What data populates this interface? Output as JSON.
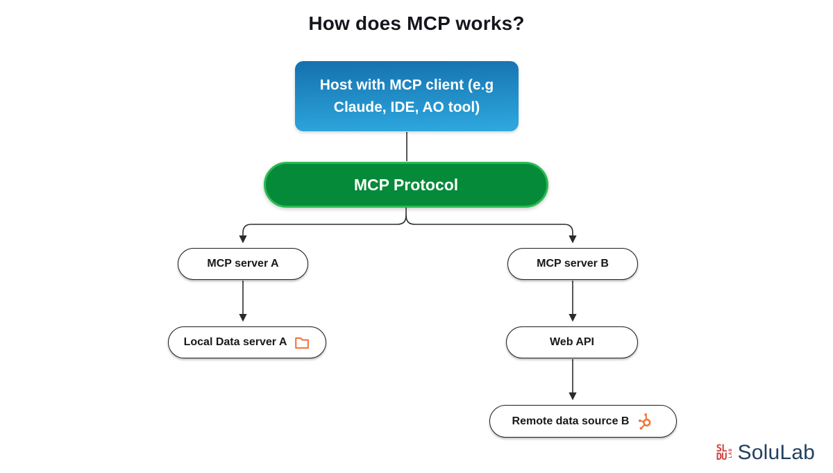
{
  "title": "How does MCP works?",
  "nodes": {
    "host": {
      "label": "Host with MCP client (e.g Claude, IDE, AO tool)"
    },
    "protocol": {
      "label": "MCP Protocol"
    },
    "server_a": {
      "label": "MCP server A"
    },
    "server_b": {
      "label": "MCP server B"
    },
    "local_data": {
      "label": "Local Data server A",
      "icon": "folder-icon"
    },
    "web_api": {
      "label": "Web API"
    },
    "remote_data": {
      "label": "Remote data source B",
      "icon": "hubspot-sprocket-icon"
    }
  },
  "edges": [
    {
      "from": "host",
      "to": "protocol",
      "arrow": false
    },
    {
      "from": "protocol",
      "to": "server_a",
      "arrow": true
    },
    {
      "from": "protocol",
      "to": "server_b",
      "arrow": true
    },
    {
      "from": "server_a",
      "to": "local_data",
      "arrow": true
    },
    {
      "from": "server_b",
      "to": "web_api",
      "arrow": true
    },
    {
      "from": "web_api",
      "to": "remote_data",
      "arrow": true
    }
  ],
  "branding": {
    "logo_text": "SoluLab",
    "mark_top": "SL",
    "mark_bottom": "DU",
    "mark_side": "LAB"
  },
  "colors": {
    "title_ink": "#15151d",
    "host_top": "#1470ad",
    "host_bottom": "#2fa9e0",
    "protocol_fill": "#048a38",
    "protocol_edge": "#2aba52",
    "node_border": "#1f1f1f",
    "line": "#2b2b2b",
    "orange": "#f0763a",
    "logo_red": "#d04242",
    "logo_navy": "#22405f"
  }
}
